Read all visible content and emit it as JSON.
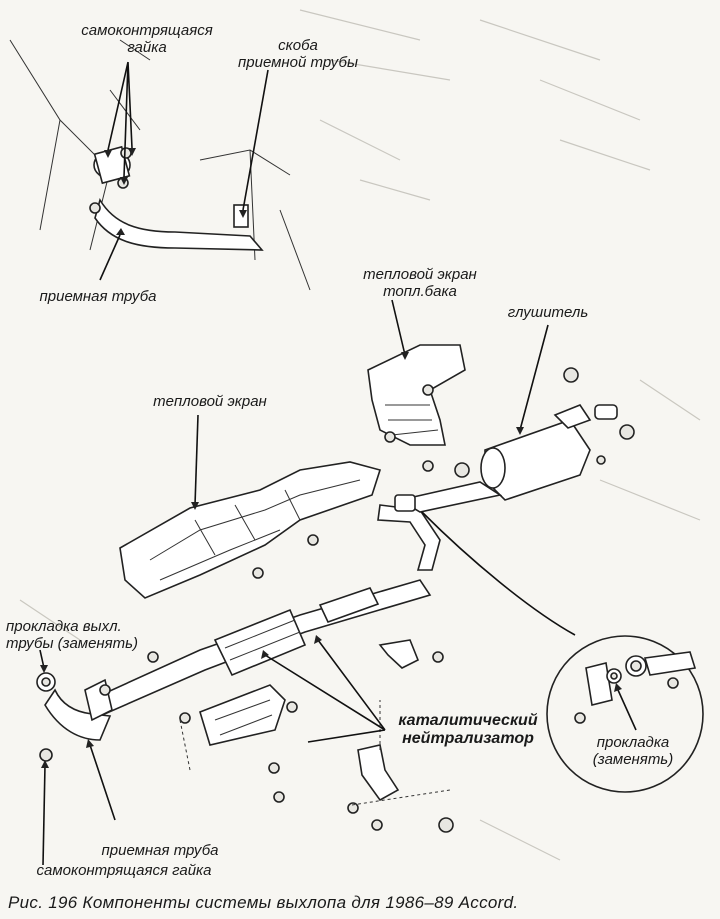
{
  "labels": {
    "self_locking_nut_top": "самоконтрящаяся\nгайка",
    "pipe_bracket": "скоба\nприемной трубы",
    "front_pipe_top": "приемная труба",
    "fuel_tank_heat_shield": "тепловой экран\nтопл.бака",
    "muffler": "глушитель",
    "heat_shield": "тепловой экран",
    "exhaust_pipe_gasket": "прокладка выхл.\nтрубы (заменять)",
    "catalytic_converter": "каталитический\nнейтрализатор",
    "gasket_replace": "прокладка\n(заменять)",
    "front_pipe_bottom": "приемная труба",
    "self_locking_nut_bottom": "самоконтрящаяся гайка"
  },
  "caption": "Рис. 196 Компоненты системы выхлопа для 1986–89 Accord."
}
